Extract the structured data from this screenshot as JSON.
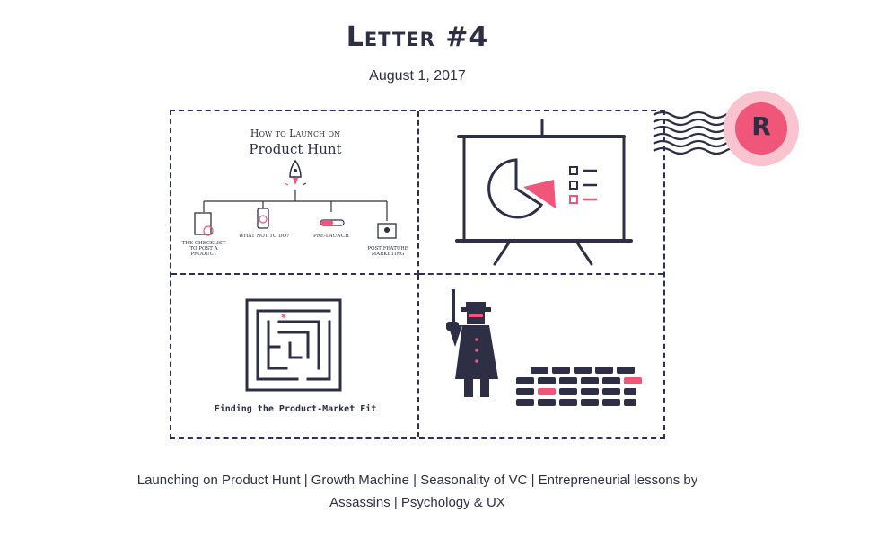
{
  "letter": {
    "title": "Letter #4",
    "date": "August 1, 2017",
    "description": "Launching on Product Hunt | Growth Machine | Seasonality of VC | Entrepreneurial lessons by Assassins | Psychology & UX"
  },
  "panels": {
    "product_hunt": {
      "heading_small": "How to Launch on",
      "heading_large": "Product Hunt",
      "steps": [
        "The Checklist to post a product",
        "What not to do?",
        "Pre-launch",
        "Post feature marketing"
      ]
    },
    "maze": {
      "caption": "Finding the Product-Market Fit"
    }
  },
  "stamp": {
    "letter": "R"
  },
  "colors": {
    "navy": "#2e2f45",
    "pink": "#f0557a",
    "pink_light": "#f9c3d0",
    "border": "#2e2f5e"
  },
  "icons": [
    "rocket-icon",
    "clipboard-icon",
    "door-hanger-icon",
    "toggle-icon",
    "monitor-icon",
    "presentation-chart-icon",
    "maze-icon",
    "assassin-icon",
    "brick-wall-icon",
    "postmark-icon"
  ]
}
